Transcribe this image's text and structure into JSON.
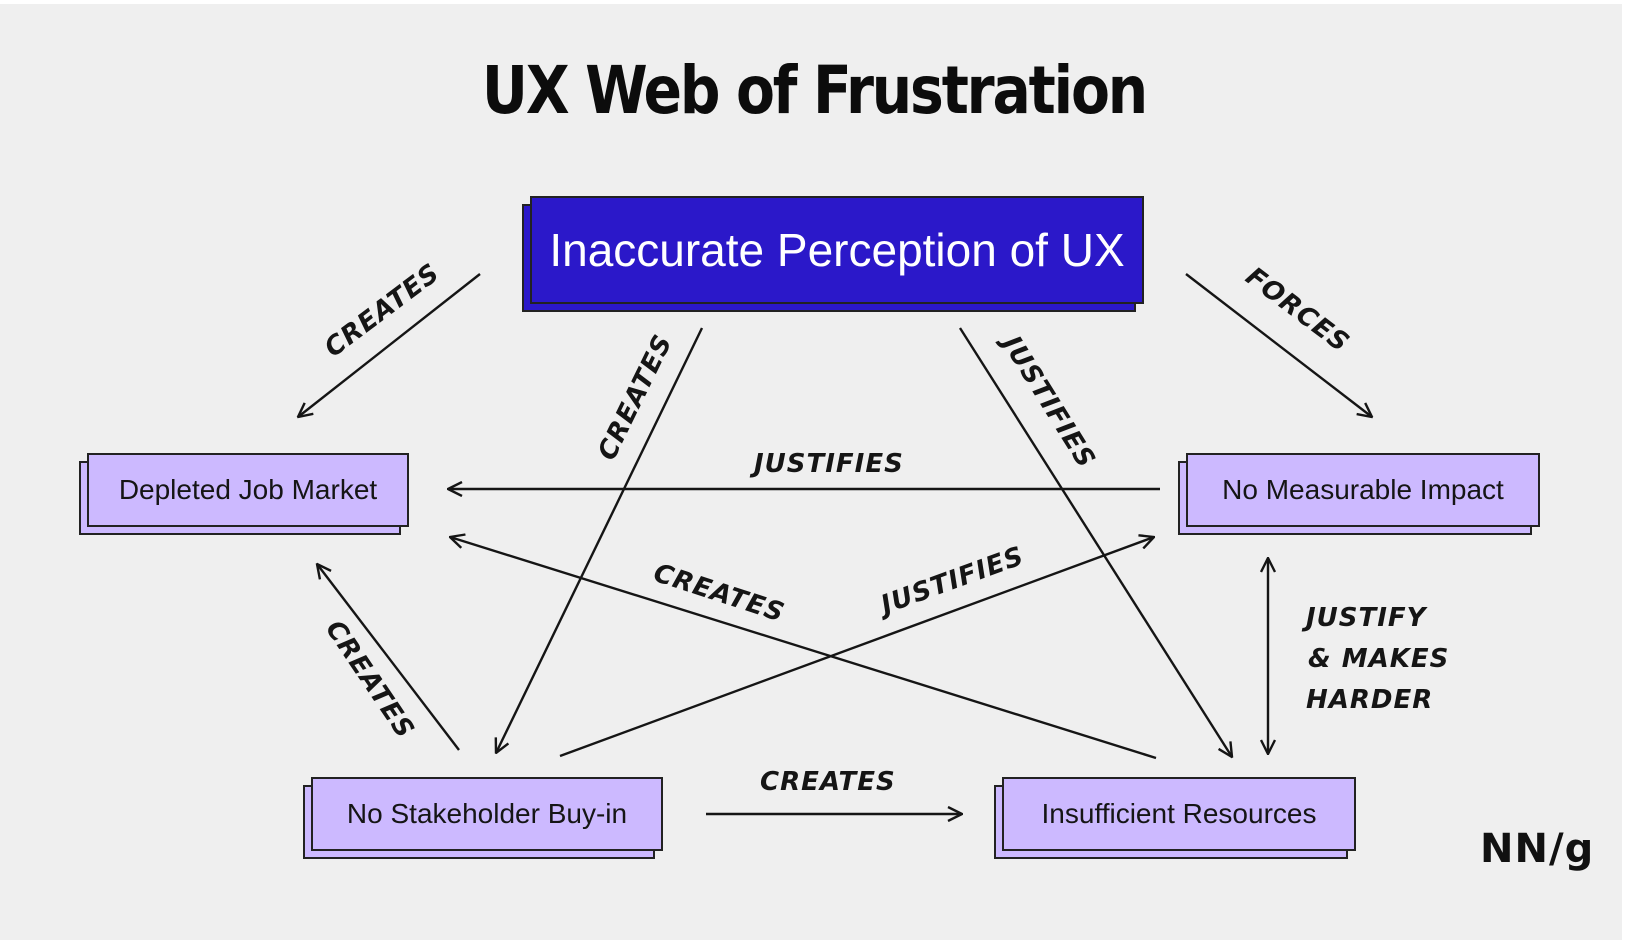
{
  "title": "UX Web of Frustration",
  "nodes": {
    "inaccurate_perception": "Inaccurate Perception of UX",
    "depleted_job_market": "Depleted Job Market",
    "no_measurable_impact": "No Measurable Impact",
    "no_stakeholder_buyin": "No Stakeholder Buy-in",
    "insufficient_resources": "Insufficient Resources"
  },
  "edges": {
    "perception_to_job_market": "CREATES",
    "perception_to_buyin": "CREATES",
    "perception_to_resources": "JUSTIFIES",
    "perception_to_impact": "FORCES",
    "impact_to_job_market": "JUSTIFIES",
    "resources_to_job_market": "CREATES",
    "buyin_to_impact": "JUSTIFIES",
    "buyin_to_job_market": "CREATES",
    "buyin_to_resources": "CREATES",
    "impact_resources": [
      "JUSTIFY",
      "& MAKES",
      "HARDER"
    ]
  },
  "colors": {
    "main_node": "#2b18c9",
    "secondary_node": "#ccb9ff",
    "background": "#efefef",
    "ink": "#151515"
  },
  "logo": "NN/g"
}
